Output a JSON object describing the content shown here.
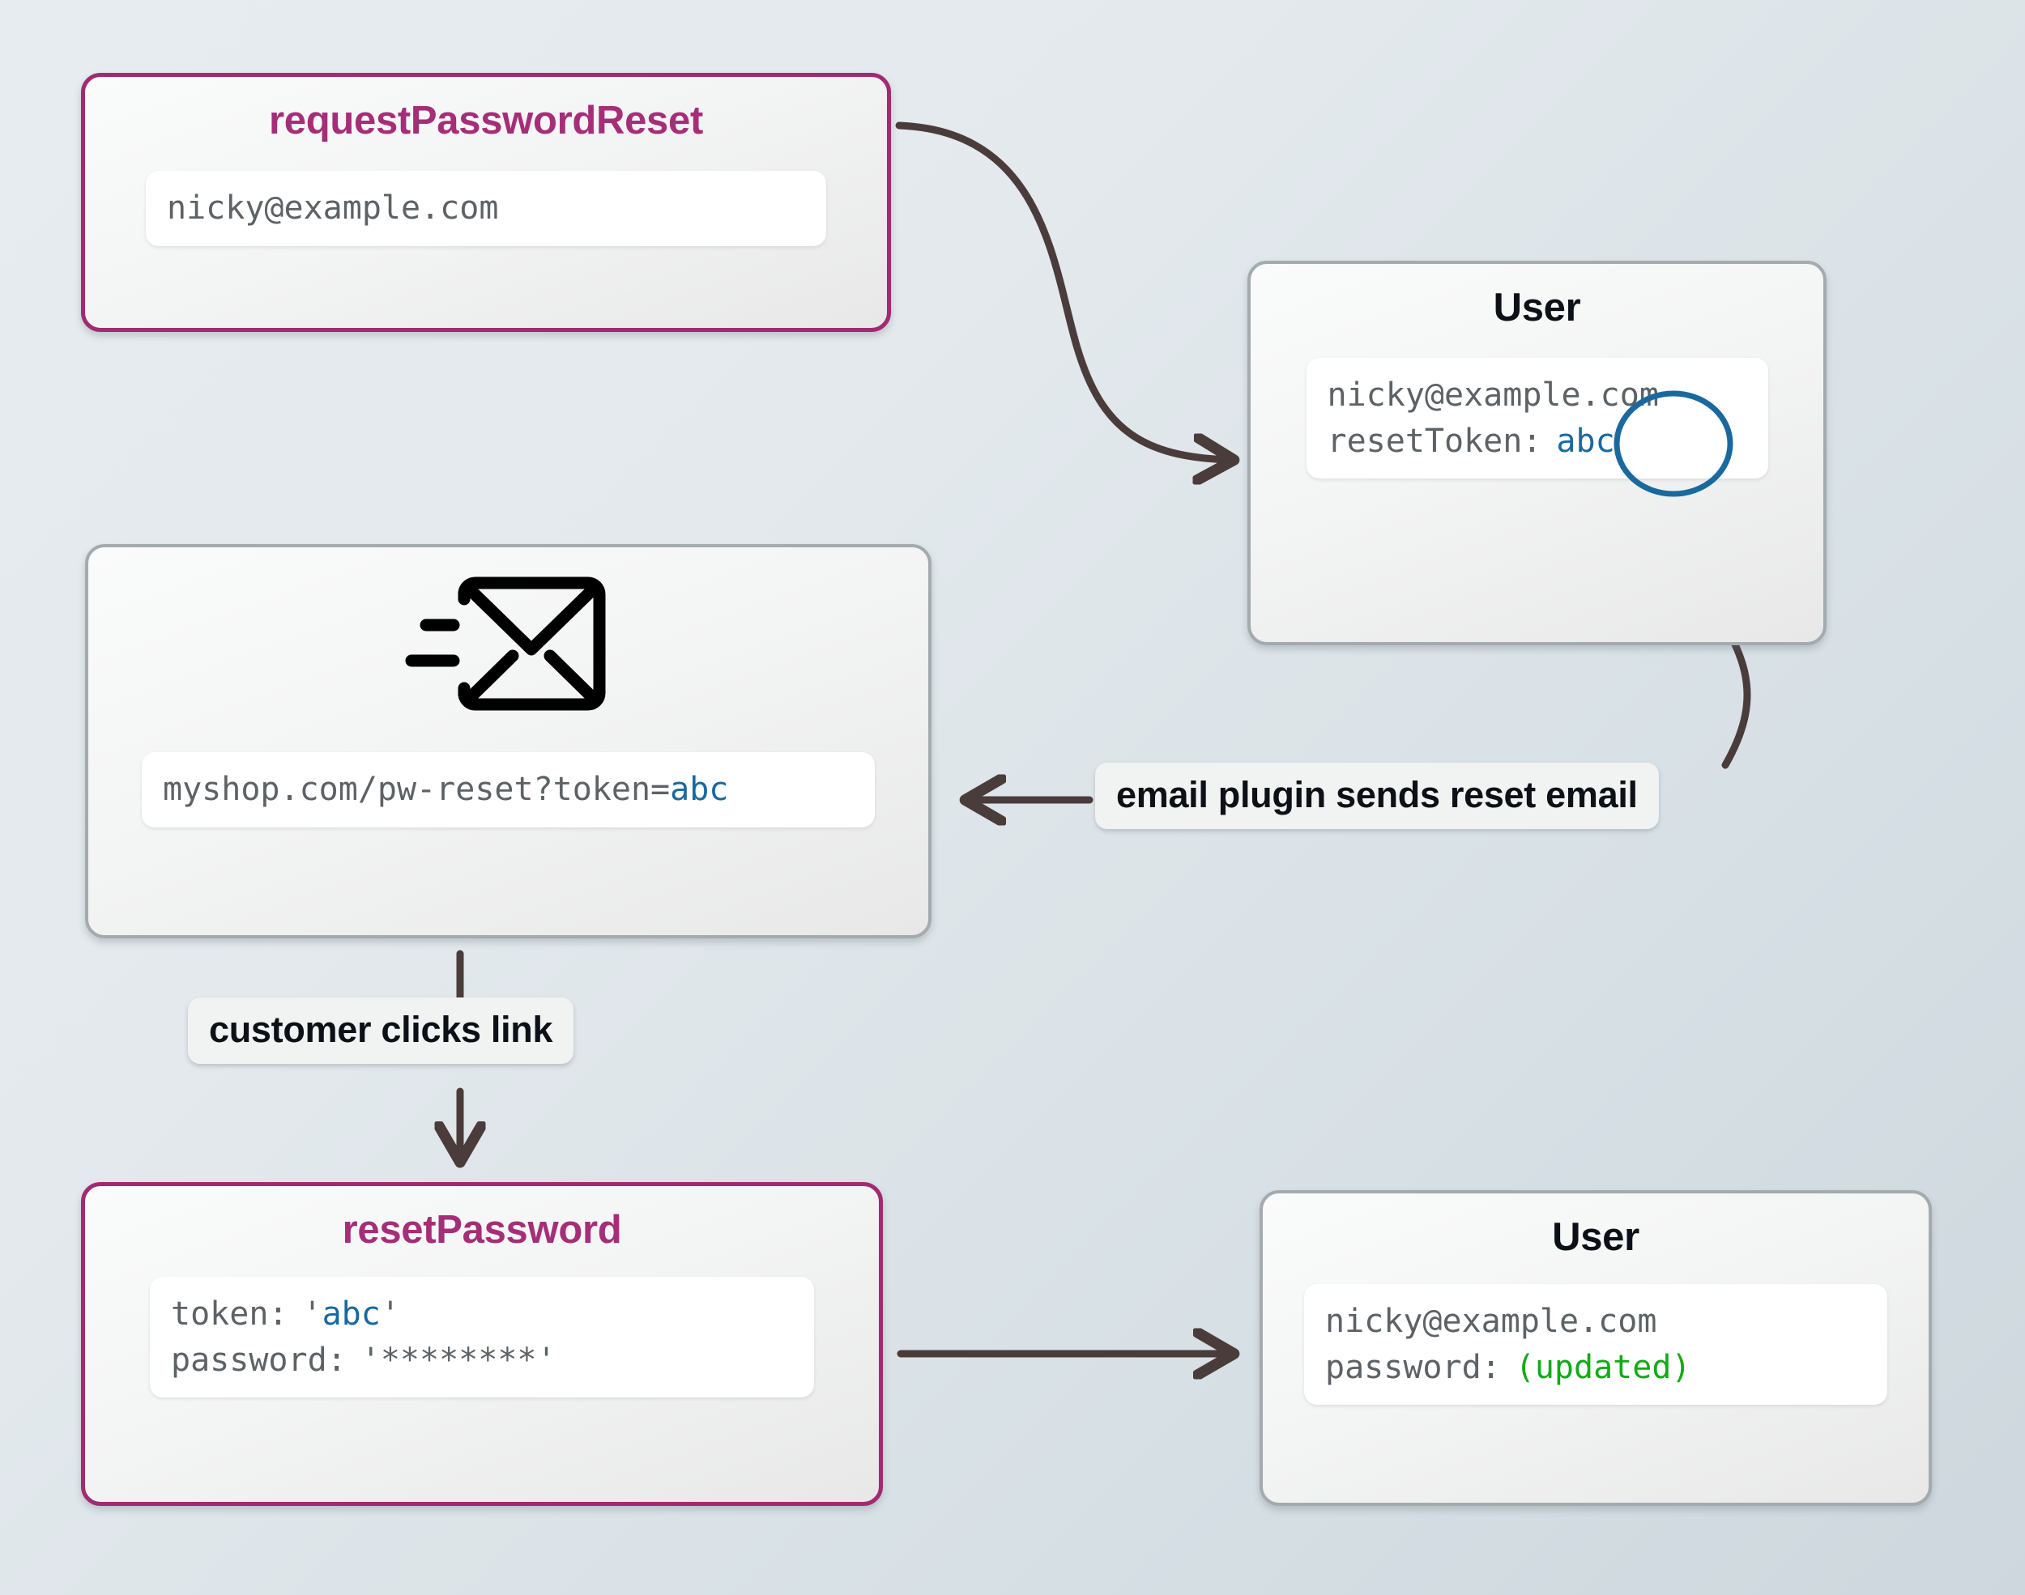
{
  "colors": {
    "accent_border": "#a12a71",
    "accent_title": "#a52e78",
    "plain_border": "#a3abaf",
    "mono_text": "#5d6266",
    "token_blue": "#19699f",
    "updated_green": "#13aa18",
    "edge": "#4a3c3a",
    "background_from": "#e6ecef",
    "background_to": "#cdd7dd"
  },
  "nodes": {
    "request_password_reset": {
      "title": "requestPasswordReset",
      "body_email": "nicky@example.com"
    },
    "user_with_token": {
      "title": "User",
      "email": "nicky@example.com",
      "token_label": "resetToken:",
      "token_value": "abc",
      "token_annotation": "circled-token"
    },
    "email_message": {
      "icon": "send-email-envelope-icon",
      "url_prefix": "myshop.com/pw-reset?token=",
      "url_token": "abc"
    },
    "reset_password": {
      "title": "resetPassword",
      "token_label": "token:",
      "token_open_quote": "'",
      "token_value": "abc",
      "token_close_quote": "'",
      "password_label": "password:",
      "password_value": "'********'"
    },
    "user_updated": {
      "title": "User",
      "email": "nicky@example.com",
      "password_label": "password:",
      "password_value": "(updated)"
    }
  },
  "edge_labels": {
    "email_plugin": "email plugin sends reset email",
    "customer_clicks": "customer clicks link"
  }
}
